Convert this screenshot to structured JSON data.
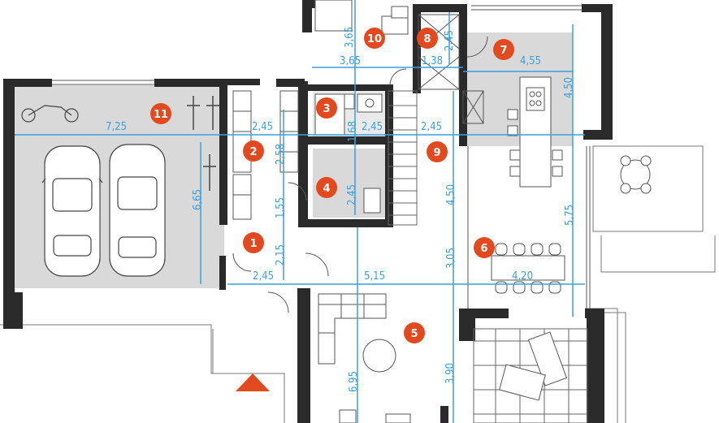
{
  "colors": {
    "wall": "#2a2a2a",
    "accent": "#e2491f",
    "dimension": "#3aa0df",
    "floor_gray": "#d9d9d9",
    "furniture": "#6e6e6e"
  },
  "rooms": [
    {
      "number": "1"
    },
    {
      "number": "2"
    },
    {
      "number": "3"
    },
    {
      "number": "4"
    },
    {
      "number": "5"
    },
    {
      "number": "6"
    },
    {
      "number": "7"
    },
    {
      "number": "8"
    },
    {
      "number": "9"
    },
    {
      "number": "10"
    },
    {
      "number": "11"
    }
  ],
  "dimensions": [
    {
      "value": "3,65"
    },
    {
      "value": "3,65"
    },
    {
      "value": "1,38"
    },
    {
      "value": "2,45"
    },
    {
      "value": "4,55"
    },
    {
      "value": "4,50"
    },
    {
      "value": "7,25"
    },
    {
      "value": "2,45"
    },
    {
      "value": "2,58"
    },
    {
      "value": "1,68"
    },
    {
      "value": "2,45"
    },
    {
      "value": "2,45"
    },
    {
      "value": "6,65"
    },
    {
      "value": "2,45"
    },
    {
      "value": "4,50"
    },
    {
      "value": "5,75"
    },
    {
      "value": "1,55"
    },
    {
      "value": "2,15"
    },
    {
      "value": "3,05"
    },
    {
      "value": "2,45"
    },
    {
      "value": "5,15"
    },
    {
      "value": "4,20"
    },
    {
      "value": "3,90"
    },
    {
      "value": "6,95"
    }
  ]
}
